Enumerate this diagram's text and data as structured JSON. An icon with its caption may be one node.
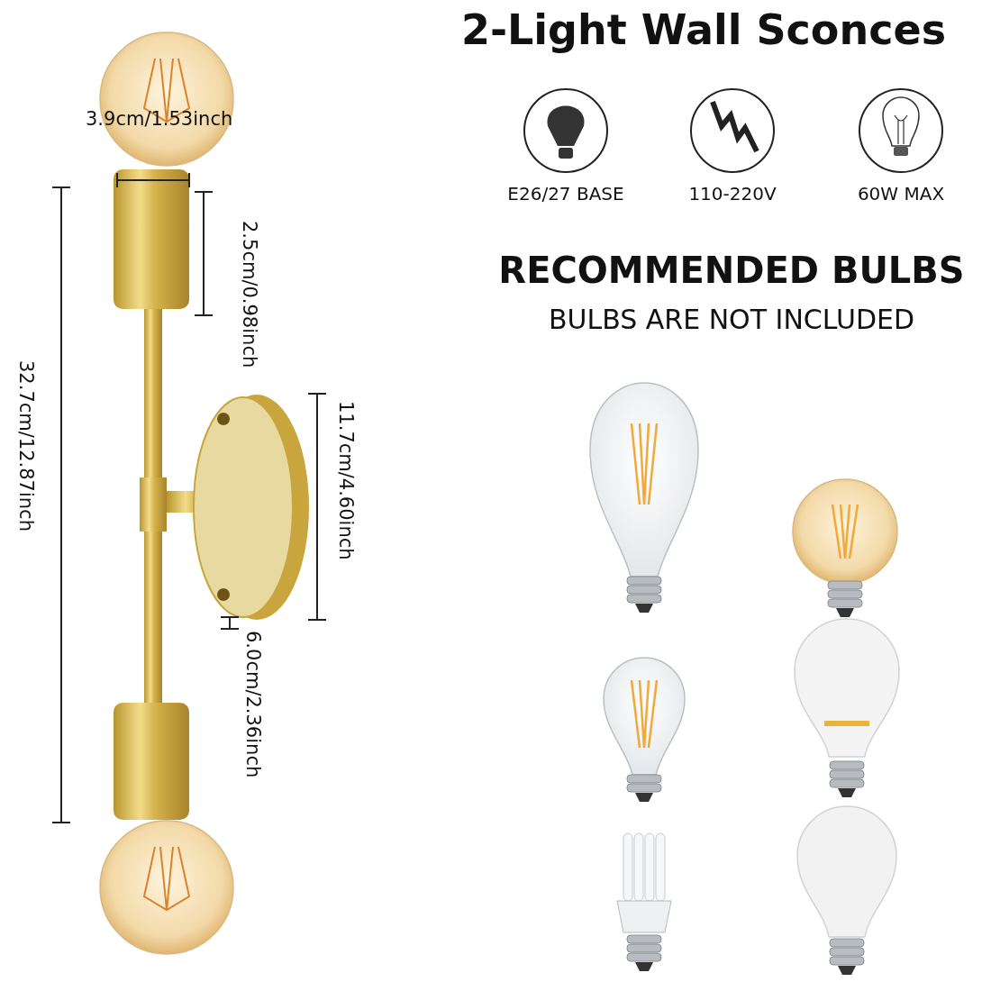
{
  "diagram": {
    "title": "2-Light Wall Sconces",
    "labels": [
      "3.9cm/1.53inch",
      "2.5cm/0.98inch",
      "32.7cm/12.87inch",
      "11.7cm/4.60inch",
      "6.0cm/2.36inch",
      "E26/27 BASE",
      "110-220V",
      "60W MAX",
      "RECOMMENDED BULBS",
      "BULBS ARE NOT INCLUDED"
    ]
  }
}
